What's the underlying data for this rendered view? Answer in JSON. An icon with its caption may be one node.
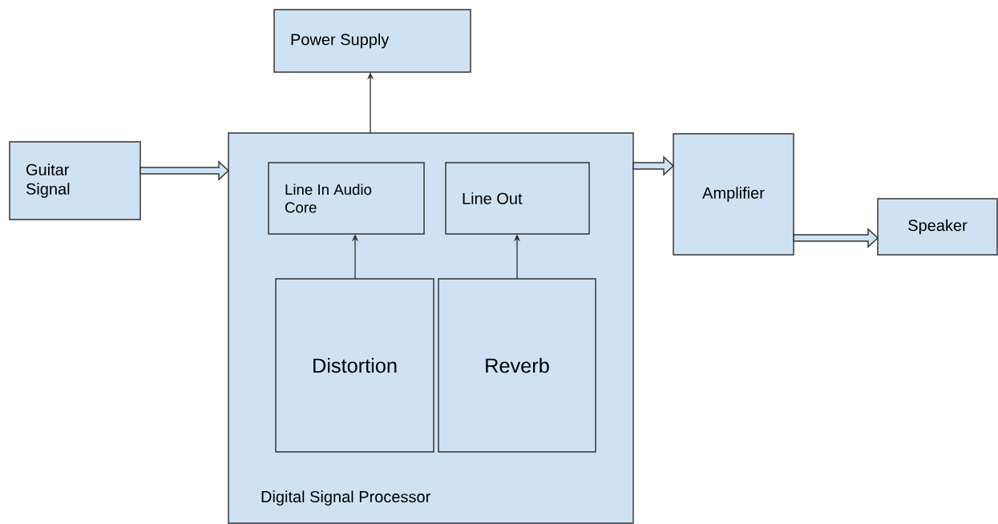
{
  "diagram": {
    "nodes": [
      {
        "text": [
          "Power Supply"
        ]
      },
      {
        "text": [
          "Guitar Signal"
        ]
      },
      {
        "text": [
          "Digital Signal Processor"
        ]
      },
      {
        "text": [
          "Line In Audio Core"
        ],
        "in": 2
      },
      {
        "text": [
          "Line Out"
        ],
        "in": 2
      },
      {
        "text": [
          "Distortion"
        ],
        "in": 2
      },
      {
        "text": [
          "Reverb"
        ],
        "in": 2
      },
      {
        "text": [
          "Amplifier"
        ]
      },
      {
        "text": [
          "Speaker"
        ]
      }
    ],
    "edges": [
      {
        "from": 2,
        "to": 0,
        "arrow": "to"
      },
      {
        "from": 1,
        "to": 2,
        "arrow": "to",
        "style": "thick"
      },
      {
        "from": 2,
        "to": 7,
        "arrow": "to",
        "style": "thick"
      },
      {
        "from": 5,
        "to": 3,
        "arrow": "to"
      },
      {
        "from": 6,
        "to": 4,
        "arrow": "to"
      },
      {
        "from": 7,
        "to": 8,
        "arrow": "to",
        "style": "thick"
      }
    ]
  }
}
